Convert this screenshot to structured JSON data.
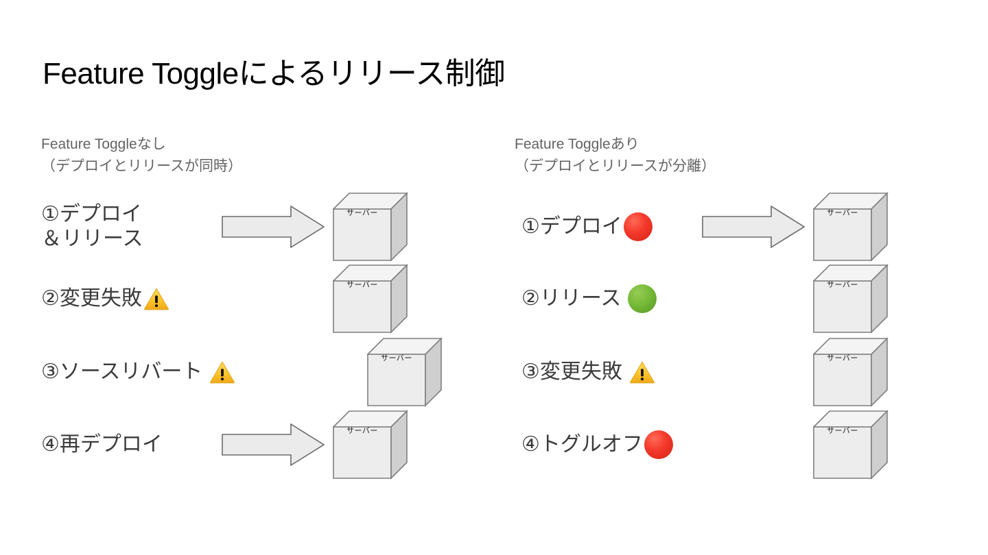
{
  "slide": {
    "title": "Feature Toggleによるリリース制御",
    "background_color": "#ffffff",
    "title_color": "#000000"
  },
  "colors": {
    "header_text": "#636363",
    "step_text": "#3b3b3b",
    "cube_fill": "#ededed",
    "cube_outline": "#7f7f7f",
    "arrow_fill": "#ebebeb",
    "arrow_outline": "#6b6b6b",
    "warning_yellow": "#fdc82f",
    "status_red": "#ec3b2b",
    "status_green": "#74b935"
  },
  "columns": [
    {
      "id": "without-feature-toggle",
      "header": "Feature Toggleなし\n（デプロイとリリースが同時）",
      "rows": [
        {
          "step_label": "①デプロイ\n＆リリース",
          "badge": "none",
          "arrow": true,
          "cube_label": "サーバー"
        },
        {
          "step_label": "②変更失敗",
          "badge": "warning",
          "arrow": false,
          "cube_label": "サーバー"
        },
        {
          "step_label": "③ソースリバート",
          "badge": "warning",
          "arrow": false,
          "cube_label": "サーバー"
        },
        {
          "step_label": "④再デプロイ",
          "badge": "none",
          "arrow": true,
          "cube_label": "サーバー"
        }
      ]
    },
    {
      "id": "with-feature-toggle",
      "header": "Feature Toggleあり\n（デプロイとリリースが分離）",
      "rows": [
        {
          "step_label": "①デプロイ",
          "badge": "red-light",
          "arrow": true,
          "cube_label": "サーバー"
        },
        {
          "step_label": "②リリース",
          "badge": "green-light",
          "arrow": false,
          "cube_label": "サーバー"
        },
        {
          "step_label": "③変更失敗",
          "badge": "warning",
          "arrow": false,
          "cube_label": "サーバー"
        },
        {
          "step_label": "④トグルオフ",
          "badge": "red-light",
          "arrow": false,
          "cube_label": "サーバー"
        }
      ]
    }
  ]
}
